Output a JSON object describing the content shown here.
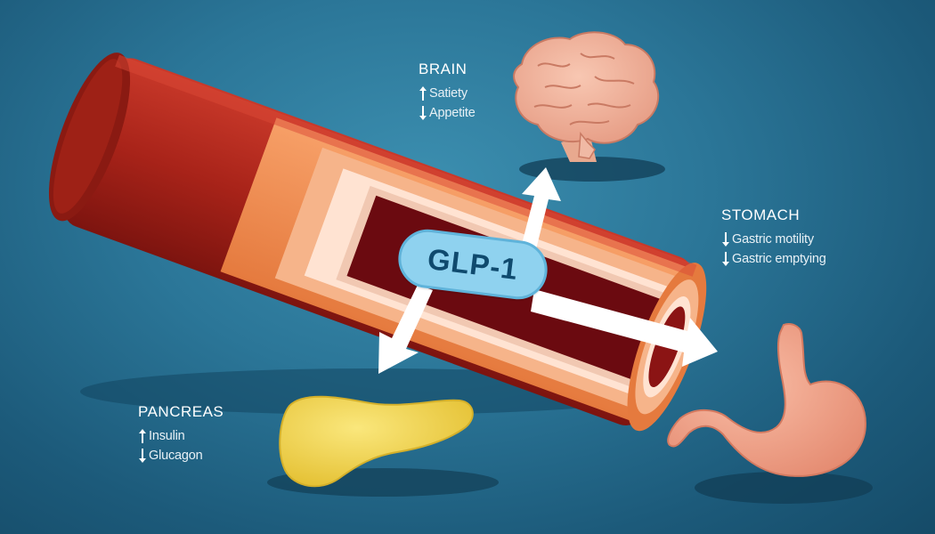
{
  "hormone": {
    "label": "GLP-1"
  },
  "organs": {
    "brain": {
      "title": "BRAIN",
      "effects": [
        {
          "label": "Satiety",
          "direction": "up"
        },
        {
          "label": "Appetite",
          "direction": "down"
        }
      ]
    },
    "stomach": {
      "title": "STOMACH",
      "effects": [
        {
          "label": "Gastric motility",
          "direction": "down"
        },
        {
          "label": "Gastric emptying",
          "direction": "down"
        }
      ]
    },
    "pancreas": {
      "title": "PANCREAS",
      "effects": [
        {
          "label": "Insulin",
          "direction": "up"
        },
        {
          "label": "Glucagon",
          "direction": "down"
        }
      ]
    }
  },
  "colors": {
    "background": "#2b7698",
    "vessel_outer": "#b32a1f",
    "vessel_wall": "#f08a50",
    "blood": "#6b0a10",
    "pill": "#8fd2ef",
    "pill_text": "#0f4a6e",
    "arrows": "#ffffff",
    "brain": "#f3b39b",
    "stomach": "#f3a68c",
    "pancreas": "#f3d95a"
  }
}
